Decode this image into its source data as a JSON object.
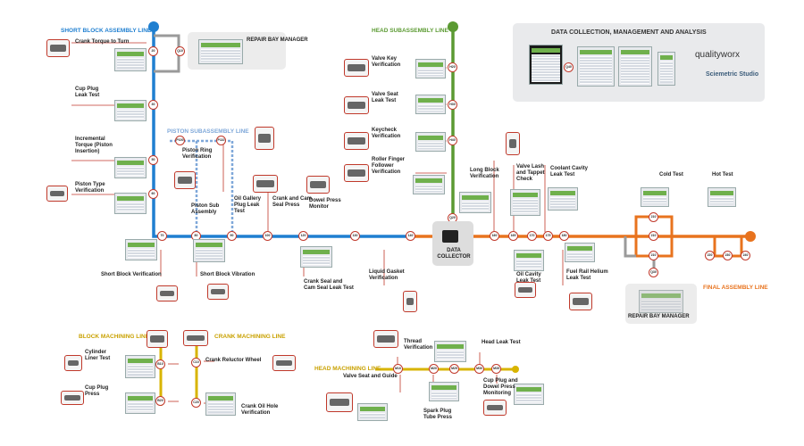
{
  "titles": {
    "short_block": "SHORT BLOCK ASSEMBLY LINE",
    "piston_sub": "PISTON SUBASSEMBLY LINE",
    "head_sub": "HEAD SUBASSEMBLY LINE",
    "final": "FINAL ASSEMBLY LINE",
    "block_machining": "BLOCK MACHINING LINE",
    "crank_machining": "CRANK MACHINING LINE",
    "head_machining": "HEAD MACHINING LINE",
    "data_collection": "DATA COLLECTION, MANAGEMENT AND ANALYSIS",
    "repair_bay_top": "REPAIR BAY MANAGER",
    "repair_bay_bottom": "REPAIR BAY MANAGER",
    "data_collector": "DATA\nCOLLECTOR"
  },
  "brands": {
    "qualityworx": "qualityworx",
    "sciemetric": "Sciemetric Studio"
  },
  "labels": {
    "crank_torque": "Crank Torque to Turn",
    "cup_plug_leak": "Cup Plug\nLeak Test",
    "incremental_torque": "Incremental\nTorque (Piston\nInsertion)",
    "piston_type": "Piston Type\nVerification",
    "piston_ring": "Piston Ring\nVerification",
    "piston_sub_assembly": "Piston Sub\nAssembly",
    "oil_gallery": "Oil Gallery\nPlug Leak\nTest",
    "crank_cam_seal": "Crank and Cam\nSeal Press",
    "dowel_press": "Dowel Press\nMonitor",
    "short_block_verif": "Short Block Verification",
    "short_block_vib": "Short Block Vibration",
    "crank_seal_leak": "Crank Seal and\nCam Seal Leak Test",
    "liquid_gasket": "Liquid Gasket\nVerification",
    "valve_key": "Valve Key\nVerification",
    "valve_seat_leak": "Valve Seat\nLeak Test",
    "keycheck": "Keycheck\nVerification",
    "roller_finger": "Roller Finger\nFollower\nVerification",
    "long_block": "Long Block\nVerification",
    "valve_lash": "Valve Lash\nand Tappet\nCheck",
    "coolant_cavity": "Coolant Cavity\nLeak Test",
    "oil_cavity": "Oil Cavity\nLeak Test",
    "fuel_rail": "Fuel Rail Helium\nLeak Test",
    "cold_test": "Cold Test",
    "hot_test": "Hot Test",
    "cylinder_liner": "Cylinder\nLiner Test",
    "cup_plug_press": "Cup Plug\nPress",
    "crank_reluctor": "Crank Reluctor Wheel",
    "crank_oil_hole": "Crank Oil Hole\nVerification",
    "thread_verif": "Thread\nVerification",
    "head_leak": "Head Leak Test",
    "valve_seat_guide": "Valve Seat and Guide",
    "spark_plug": "Spark Plug\nTube Press",
    "cup_plug_dowel": "Cup Plug and\nDowel Press\nMonitoring"
  },
  "nodes": {
    "sb20": "20",
    "q10": "Q10",
    "sb30": "30",
    "sb50": "50",
    "sb60": "60",
    "sb70": "70",
    "sb80": "80",
    "sb90": "90",
    "p100": "P100",
    "p110": "P110",
    "sb100": "100",
    "sb120": "120",
    "sb130": "130",
    "sb140": "140",
    "h20": "H20",
    "h30": "H30",
    "h40": "H40",
    "q20": "Q20",
    "sb160": "160",
    "sb165": "165",
    "sb170": "170",
    "sb175": "175",
    "sb180": "180",
    "q40": "Q40",
    "f210a": "210",
    "f210b": "210",
    "f210c": "210",
    "q30": "Q30",
    "f220": "220",
    "f230": "230",
    "f240": "240",
    "b10": "B10",
    "b20": "B20",
    "c10": "C10",
    "c20": "C20",
    "m10": "M10",
    "m20": "M20",
    "m25": "M25",
    "m30": "M30",
    "m35": "M35"
  }
}
